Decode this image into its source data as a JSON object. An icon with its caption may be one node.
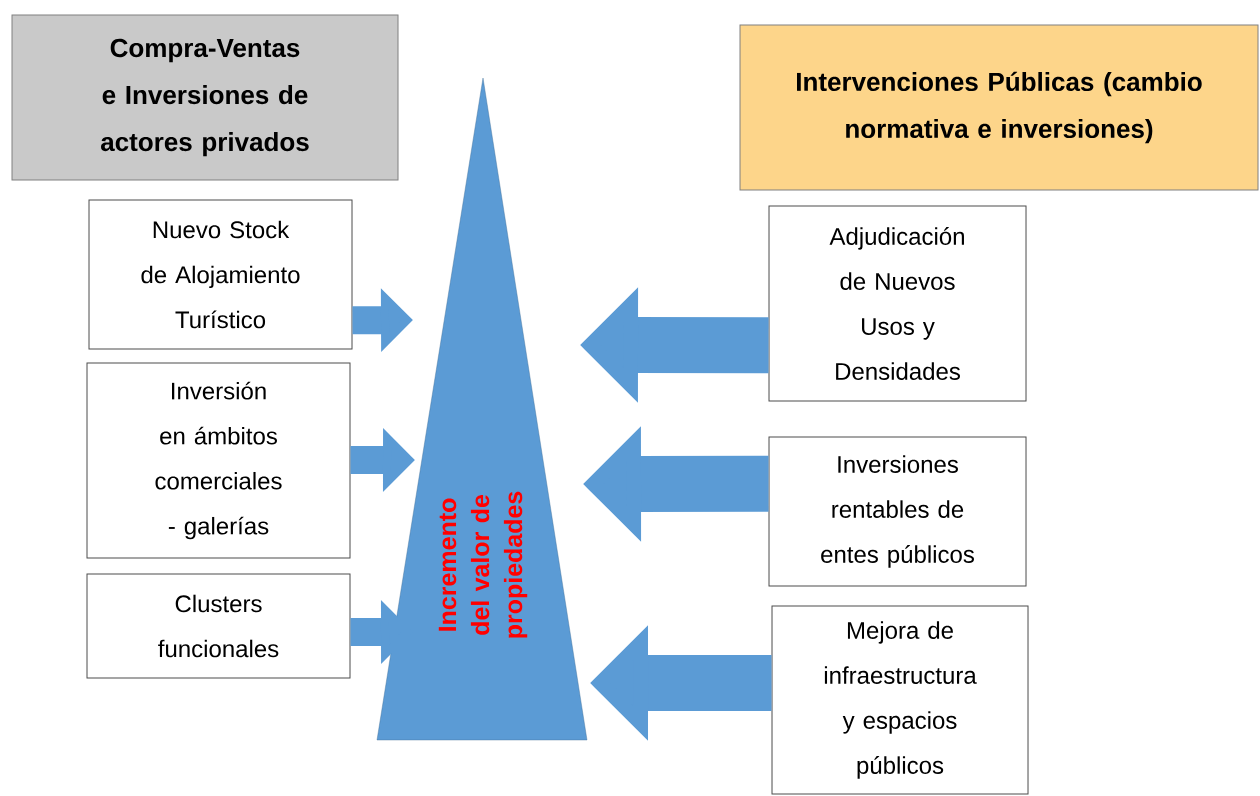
{
  "diagram": {
    "nodes": [
      {
        "text": [
          "Compra-Ventas e Inversiones de actores privados"
        ]
      },
      {
        "text": [
          "Intervenciones Públicas (cambio normativa e inversiones)"
        ]
      },
      {
        "text": [
          "Nuevo Stock de Alojamiento Turístico"
        ]
      },
      {
        "text": [
          "Inversión en ámbitos comerciales - galerías"
        ]
      },
      {
        "text": [
          "Clusters funcionales"
        ]
      },
      {
        "text": [
          "Adjudicación de Nuevos Usos y Densidades"
        ]
      },
      {
        "text": [
          "Inversiones rentables de entes públicos"
        ]
      },
      {
        "text": [
          "Mejora de infraestructura y espacios públicos"
        ]
      },
      {
        "text": [
          "Incremento del valor de propiedades"
        ]
      }
    ],
    "edges": [
      {
        "from": 2,
        "to": 8,
        "arrow": "to"
      },
      {
        "from": 3,
        "to": 8,
        "arrow": "to"
      },
      {
        "from": 4,
        "to": 8,
        "arrow": "to"
      },
      {
        "from": 5,
        "to": 8,
        "arrow": "to",
        "style": "thick"
      },
      {
        "from": 6,
        "to": 8,
        "arrow": "to",
        "style": "thick"
      },
      {
        "from": 7,
        "to": 8,
        "arrow": "to",
        "style": "thick"
      }
    ]
  }
}
